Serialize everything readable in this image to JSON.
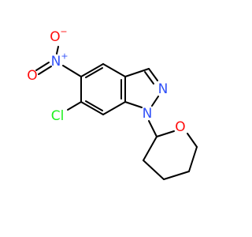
{
  "molecule": {
    "atoms": {
      "o_minus": {
        "symbol": "O",
        "charge": "−",
        "color": "#ff0d0d"
      },
      "n_plus": {
        "symbol": "N",
        "charge": "+",
        "color": "#3050f8"
      },
      "o_double": {
        "symbol": "O",
        "color": "#ff0d0d"
      },
      "n2": {
        "symbol": "N",
        "color": "#3050f8"
      },
      "n1": {
        "symbol": "N",
        "color": "#3050f8"
      },
      "cl": {
        "symbol": "Cl",
        "color": "#1ff01f"
      },
      "o_ring": {
        "symbol": "O",
        "color": "#ff0d0d"
      }
    }
  }
}
